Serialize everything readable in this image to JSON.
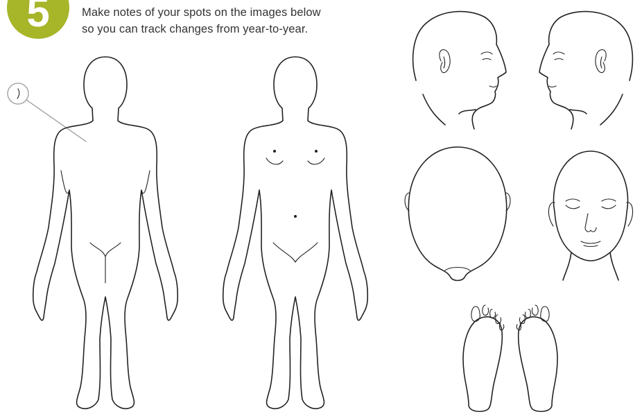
{
  "step": {
    "number": "5",
    "badge_color": "#a7b529"
  },
  "instructions": {
    "line1": "Make notes of your spots on the images below",
    "line2": "so you can track changes from year-to-year."
  },
  "figures": [
    {
      "name": "body-back",
      "icon": "body-back-outline"
    },
    {
      "name": "body-front",
      "icon": "body-front-outline"
    },
    {
      "name": "head-right-profile",
      "icon": "head-profile-right"
    },
    {
      "name": "head-left-profile",
      "icon": "head-profile-left"
    },
    {
      "name": "head-top",
      "icon": "head-top-view"
    },
    {
      "name": "face-front",
      "icon": "face-front-view"
    },
    {
      "name": "feet-soles",
      "icon": "feet-soles-outline"
    }
  ],
  "example_annotation": {
    "icon": "spot-callout-marker"
  }
}
